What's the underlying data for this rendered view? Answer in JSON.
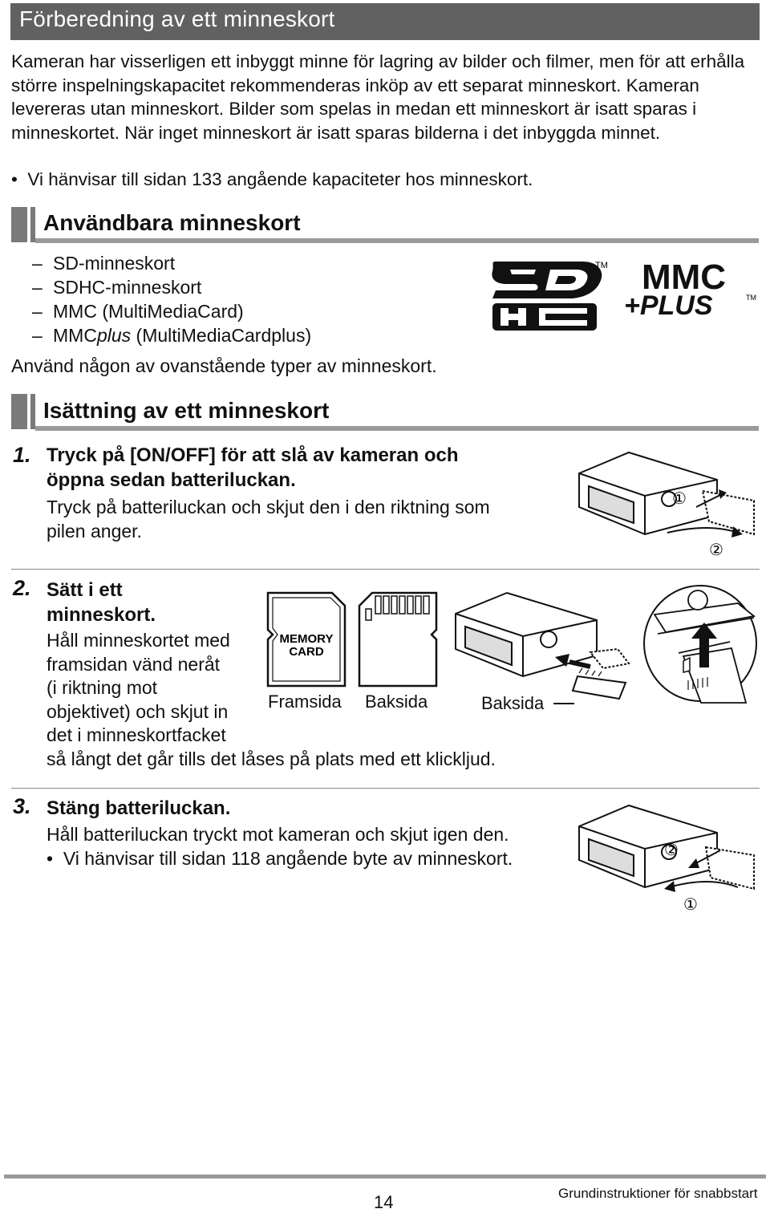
{
  "header": {
    "title": "Förberedning av ett minneskort"
  },
  "intro": {
    "paragraph": "Kameran har visserligen ett inbyggt minne för lagring av bilder och filmer, men för att erhålla större inspelningskapacitet rekommenderas inköp av ett separat minneskort. Kameran levereras utan minneskort. Bilder som spelas in medan ett minneskort är isatt sparas i minneskortet. När inget minneskort är isatt sparas bilderna i det inbyggda minnet.",
    "bullet": "Vi hänvisar till sidan 133 angående kapaciteter hos minneskort."
  },
  "section_cards": {
    "title": "Användbara minneskort",
    "items": [
      {
        "name": "SD-minneskort"
      },
      {
        "name": "SDHC-minneskort"
      },
      {
        "name": "MMC (MultiMediaCard)"
      },
      {
        "prefix": "MMC",
        "italic": "plus",
        "suffix": " (MultiMediaCardplus)"
      }
    ],
    "note": "Använd någon av ovanstående typer av minneskort.",
    "logo_sd_tm": "TM",
    "logo_mmc": "MMC",
    "logo_plus": "+PLUS",
    "logo_plus_tm": "TM"
  },
  "section_insert": {
    "title": "Isättning av ett minneskort",
    "steps": [
      {
        "num": "1.",
        "heading_l1": "Tryck på [ON/OFF] för att slå av kameran och",
        "heading_l2": "öppna sedan batteriluckan.",
        "body_l1": "Tryck på batteriluckan och skjut den i den riktning som",
        "body_l2": "pilen anger.",
        "marker_a": "①",
        "marker_b": "②"
      },
      {
        "num": "2.",
        "heading_l1": "Sätt i ett",
        "heading_l2": "minneskort.",
        "body_lines": [
          "Håll minneskortet med",
          "framsidan vänd neråt",
          "(i riktning mot",
          "objektivet) och skjut in",
          "det i minneskortfacket"
        ],
        "body_last": "så långt det går tills det låses på plats med ett klickljud.",
        "card_text_l1": "MEMORY",
        "card_text_l2": "CARD",
        "label_front": "Framsida",
        "label_back": "Baksida",
        "label_back2": "Baksida"
      },
      {
        "num": "3.",
        "heading": "Stäng batteriluckan.",
        "body": "Håll batteriluckan tryckt mot kameran och skjut igen den.",
        "bullet": "Vi hänvisar till sidan 118 angående byte av minneskort.",
        "marker_a": "②",
        "marker_b": "①"
      }
    ]
  },
  "footer": {
    "page_number": "14",
    "text": "Grundinstruktioner för snabbstart"
  }
}
